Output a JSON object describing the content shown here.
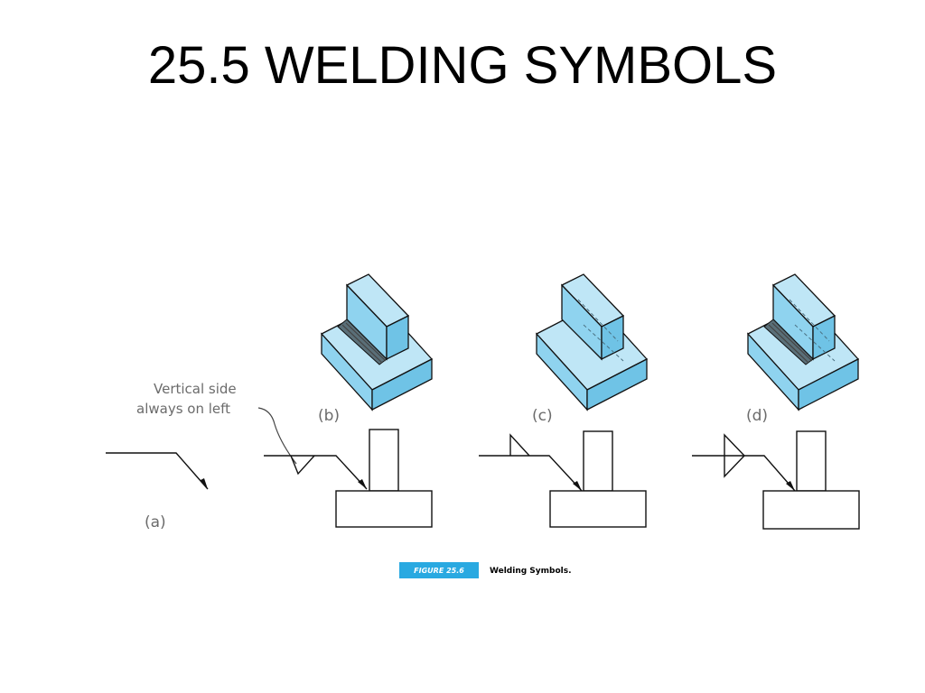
{
  "title": "25.5 WELDING SYMBOLS",
  "figure": {
    "labels": {
      "a": "(a)",
      "b": "(b)",
      "c": "(c)",
      "d": "(d)"
    },
    "note_line1": "Vertical side",
    "note_line2": "always on left",
    "caption_badge": "FIGURE 25.6",
    "caption_text": "Welding Symbols."
  },
  "colors": {
    "part_fill": "#8fd3ef",
    "caption_badge": "#29a9e1"
  }
}
